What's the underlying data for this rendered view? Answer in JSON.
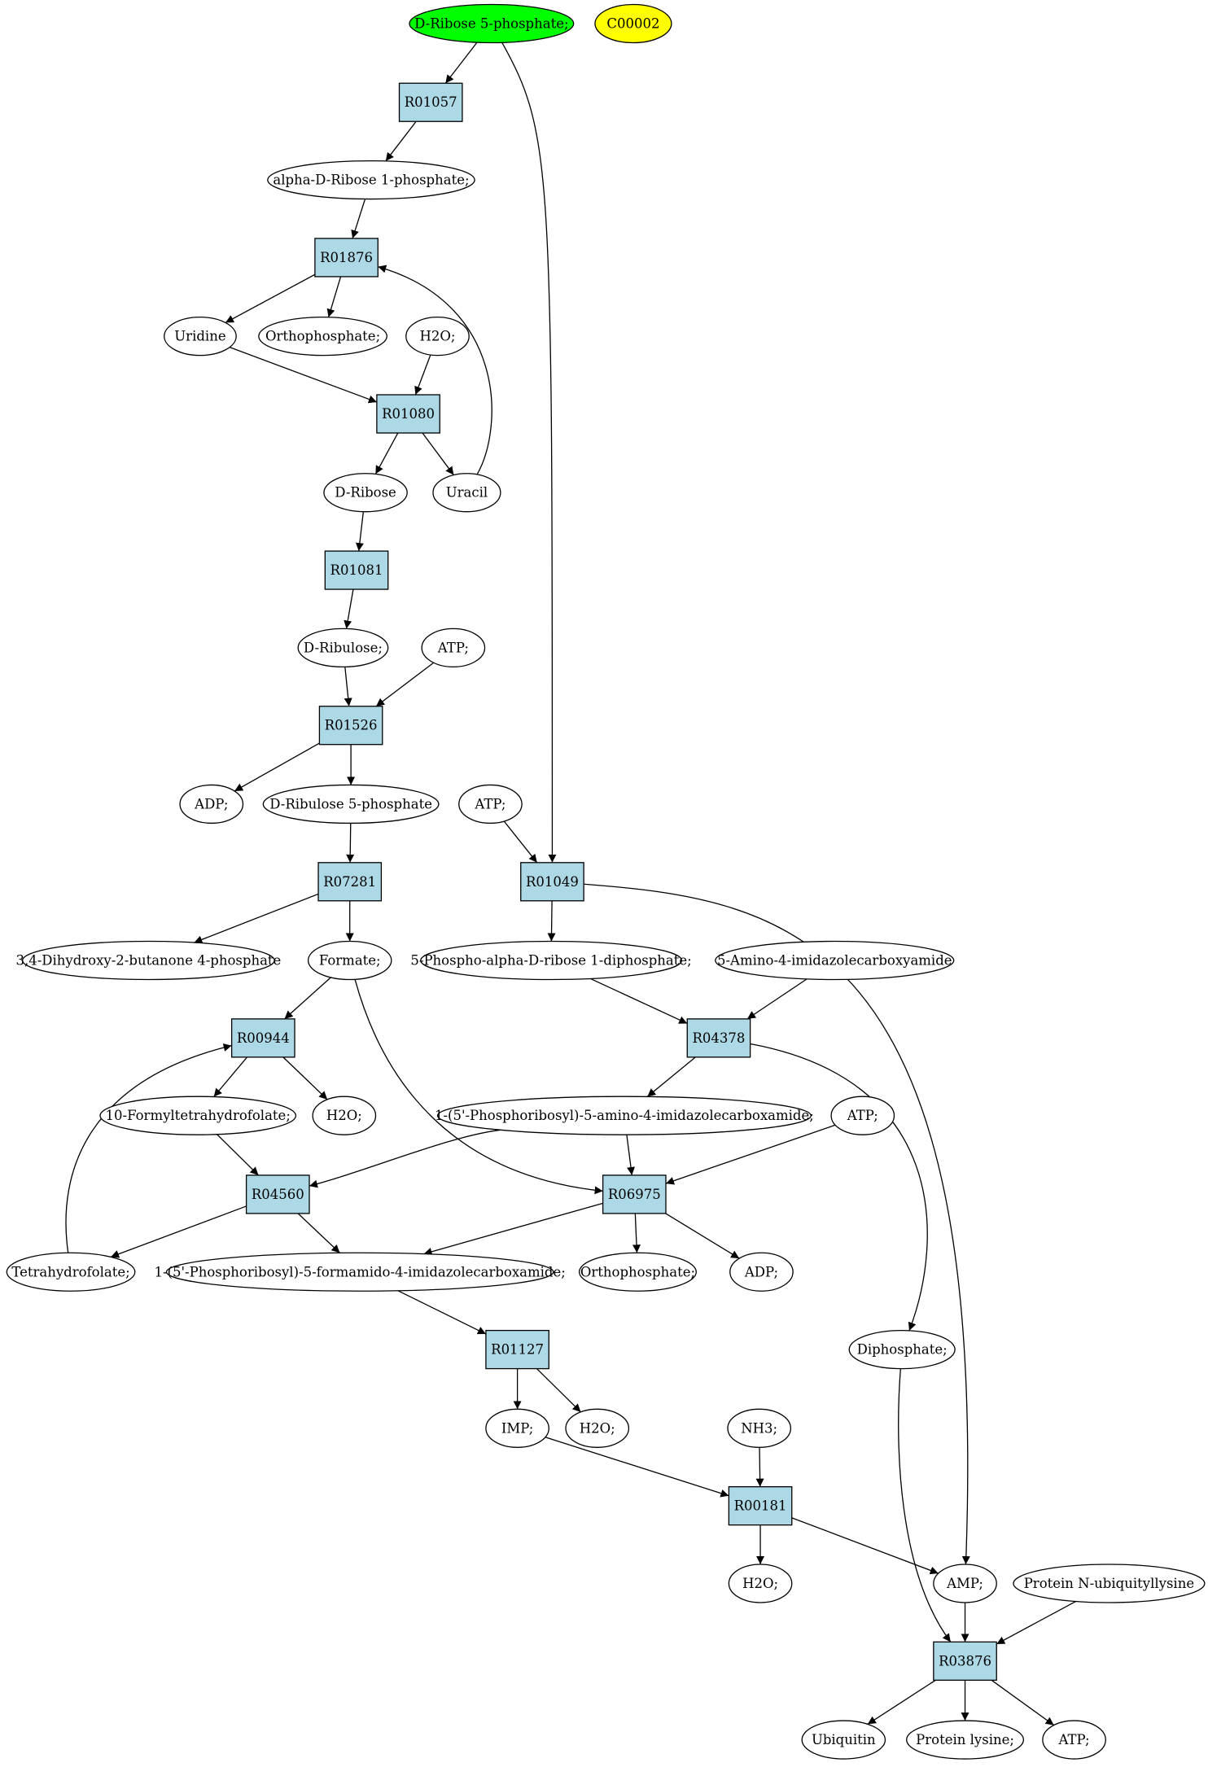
{
  "nodes": {
    "n_r5p": {
      "label": "D-Ribose 5-phosphate;",
      "kind": "compound",
      "color": "#00ff00"
    },
    "n_c00002": {
      "label": "C00002",
      "kind": "compound",
      "color": "#ffff00"
    },
    "r_R01057": {
      "label": "R01057",
      "kind": "reaction",
      "color": "#add8e6"
    },
    "n_ar1p": {
      "label": "alpha-D-Ribose 1-phosphate;",
      "kind": "compound",
      "color": "#ffffff"
    },
    "r_R01876": {
      "label": "R01876",
      "kind": "reaction",
      "color": "#add8e6"
    },
    "n_uridine": {
      "label": "Uridine",
      "kind": "compound",
      "color": "#ffffff"
    },
    "n_ortho1": {
      "label": "Orthophosphate;",
      "kind": "compound",
      "color": "#ffffff"
    },
    "n_h2o_a": {
      "label": "H2O;",
      "kind": "compound",
      "color": "#ffffff"
    },
    "r_R01080": {
      "label": "R01080",
      "kind": "reaction",
      "color": "#add8e6"
    },
    "n_dribose": {
      "label": "D-Ribose",
      "kind": "compound",
      "color": "#ffffff"
    },
    "n_uracil": {
      "label": "Uracil",
      "kind": "compound",
      "color": "#ffffff"
    },
    "r_R01081": {
      "label": "R01081",
      "kind": "reaction",
      "color": "#add8e6"
    },
    "n_dribulose": {
      "label": "D-Ribulose;",
      "kind": "compound",
      "color": "#ffffff"
    },
    "n_atp_a": {
      "label": "ATP;",
      "kind": "compound",
      "color": "#ffffff"
    },
    "r_R01526": {
      "label": "R01526",
      "kind": "reaction",
      "color": "#add8e6"
    },
    "n_adp_a": {
      "label": "ADP;",
      "kind": "compound",
      "color": "#ffffff"
    },
    "n_dru5p": {
      "label": "D-Ribulose 5-phosphate",
      "kind": "compound",
      "color": "#ffffff"
    },
    "n_atp_b": {
      "label": "ATP;",
      "kind": "compound",
      "color": "#ffffff"
    },
    "r_R07281": {
      "label": "R07281",
      "kind": "reaction",
      "color": "#add8e6"
    },
    "r_R01049": {
      "label": "R01049",
      "kind": "reaction",
      "color": "#add8e6"
    },
    "n_dhbp": {
      "label": "3,4-Dihydroxy-2-butanone 4-phosphate",
      "kind": "compound",
      "color": "#ffffff"
    },
    "n_formate": {
      "label": "Formate;",
      "kind": "compound",
      "color": "#ffffff"
    },
    "n_prpp": {
      "label": "5-Phospho-alpha-D-ribose 1-diphosphate;",
      "kind": "compound",
      "color": "#ffffff"
    },
    "n_aica": {
      "label": "5-Amino-4-imidazolecarboxyamide",
      "kind": "compound",
      "color": "#ffffff"
    },
    "r_R00944": {
      "label": "R00944",
      "kind": "reaction",
      "color": "#add8e6"
    },
    "r_R04378": {
      "label": "R04378",
      "kind": "reaction",
      "color": "#add8e6"
    },
    "n_10fthf": {
      "label": "10-Formyltetrahydrofolate;",
      "kind": "compound",
      "color": "#ffffff"
    },
    "n_h2o_b": {
      "label": "H2O;",
      "kind": "compound",
      "color": "#ffffff"
    },
    "n_aicar": {
      "label": "1-(5'-Phosphoribosyl)-5-amino-4-imidazolecarboxamide;",
      "kind": "compound",
      "color": "#ffffff"
    },
    "n_atp_c": {
      "label": "ATP;",
      "kind": "compound",
      "color": "#ffffff"
    },
    "r_R04560": {
      "label": "R04560",
      "kind": "reaction",
      "color": "#add8e6"
    },
    "r_R06975": {
      "label": "R06975",
      "kind": "reaction",
      "color": "#add8e6"
    },
    "n_thf": {
      "label": "Tetrahydrofolate;",
      "kind": "compound",
      "color": "#ffffff"
    },
    "n_faicar": {
      "label": "1-(5'-Phosphoribosyl)-5-formamido-4-imidazolecarboxamide;",
      "kind": "compound",
      "color": "#ffffff"
    },
    "n_ortho2": {
      "label": "Orthophosphate;",
      "kind": "compound",
      "color": "#ffffff"
    },
    "n_adp_b": {
      "label": "ADP;",
      "kind": "compound",
      "color": "#ffffff"
    },
    "r_R01127": {
      "label": "R01127",
      "kind": "reaction",
      "color": "#add8e6"
    },
    "n_diphos": {
      "label": "Diphosphate;",
      "kind": "compound",
      "color": "#ffffff"
    },
    "n_imp": {
      "label": "IMP;",
      "kind": "compound",
      "color": "#ffffff"
    },
    "n_h2o_c": {
      "label": "H2O;",
      "kind": "compound",
      "color": "#ffffff"
    },
    "n_nh3": {
      "label": "NH3;",
      "kind": "compound",
      "color": "#ffffff"
    },
    "r_R00181": {
      "label": "R00181",
      "kind": "reaction",
      "color": "#add8e6"
    },
    "n_h2o_d": {
      "label": "H2O;",
      "kind": "compound",
      "color": "#ffffff"
    },
    "n_amp": {
      "label": "AMP;",
      "kind": "compound",
      "color": "#ffffff"
    },
    "n_pnul": {
      "label": "Protein N-ubiquityllysine",
      "kind": "compound",
      "color": "#ffffff"
    },
    "r_R03876": {
      "label": "R03876",
      "kind": "reaction",
      "color": "#add8e6"
    },
    "n_ubiq": {
      "label": "Ubiquitin",
      "kind": "compound",
      "color": "#ffffff"
    },
    "n_plys": {
      "label": "Protein lysine;",
      "kind": "compound",
      "color": "#ffffff"
    },
    "n_atp_d": {
      "label": "ATP;",
      "kind": "compound",
      "color": "#ffffff"
    }
  },
  "edges": [
    [
      "n_r5p",
      "r_R01057"
    ],
    [
      "n_r5p",
      "r_R01049"
    ],
    [
      "r_R01057",
      "n_ar1p"
    ],
    [
      "n_ar1p",
      "r_R01876"
    ],
    [
      "r_R01876",
      "n_uridine"
    ],
    [
      "r_R01876",
      "n_ortho1"
    ],
    [
      "n_uridine",
      "r_R01080"
    ],
    [
      "n_h2o_a",
      "r_R01080"
    ],
    [
      "r_R01080",
      "n_dribose"
    ],
    [
      "r_R01080",
      "n_uracil"
    ],
    [
      "n_uracil",
      "r_R01876"
    ],
    [
      "n_dribose",
      "r_R01081"
    ],
    [
      "r_R01081",
      "n_dribulose"
    ],
    [
      "n_dribulose",
      "r_R01526"
    ],
    [
      "n_atp_a",
      "r_R01526"
    ],
    [
      "r_R01526",
      "n_adp_a"
    ],
    [
      "r_R01526",
      "n_dru5p"
    ],
    [
      "n_dru5p",
      "r_R07281"
    ],
    [
      "r_R07281",
      "n_dhbp"
    ],
    [
      "r_R07281",
      "n_formate"
    ],
    [
      "n_atp_b",
      "r_R01049"
    ],
    [
      "r_R01049",
      "n_prpp"
    ],
    [
      "r_R01049",
      "n_amp"
    ],
    [
      "n_formate",
      "r_R00944"
    ],
    [
      "n_formate",
      "r_R06975"
    ],
    [
      "n_prpp",
      "r_R04378"
    ],
    [
      "n_aica",
      "r_R04378"
    ],
    [
      "r_R04378",
      "n_aicar"
    ],
    [
      "r_R04378",
      "n_diphos"
    ],
    [
      "r_R00944",
      "n_10fthf"
    ],
    [
      "r_R00944",
      "n_h2o_b"
    ],
    [
      "n_10fthf",
      "r_R04560"
    ],
    [
      "n_aicar",
      "r_R04560"
    ],
    [
      "n_aicar",
      "r_R06975"
    ],
    [
      "n_atp_c",
      "r_R06975"
    ],
    [
      "r_R04560",
      "n_thf"
    ],
    [
      "r_R04560",
      "n_faicar"
    ],
    [
      "n_thf",
      "r_R00944"
    ],
    [
      "r_R06975",
      "n_faicar"
    ],
    [
      "r_R06975",
      "n_ortho2"
    ],
    [
      "r_R06975",
      "n_adp_b"
    ],
    [
      "n_faicar",
      "r_R01127"
    ],
    [
      "r_R01127",
      "n_imp"
    ],
    [
      "r_R01127",
      "n_h2o_c"
    ],
    [
      "n_imp",
      "r_R00181"
    ],
    [
      "n_nh3",
      "r_R00181"
    ],
    [
      "r_R00181",
      "n_h2o_d"
    ],
    [
      "r_R00181",
      "n_amp"
    ],
    [
      "n_diphos",
      "r_R03876"
    ],
    [
      "n_amp",
      "r_R03876"
    ],
    [
      "n_pnul",
      "r_R03876"
    ],
    [
      "r_R03876",
      "n_ubiq"
    ],
    [
      "r_R03876",
      "n_plys"
    ],
    [
      "r_R03876",
      "n_atp_d"
    ]
  ]
}
